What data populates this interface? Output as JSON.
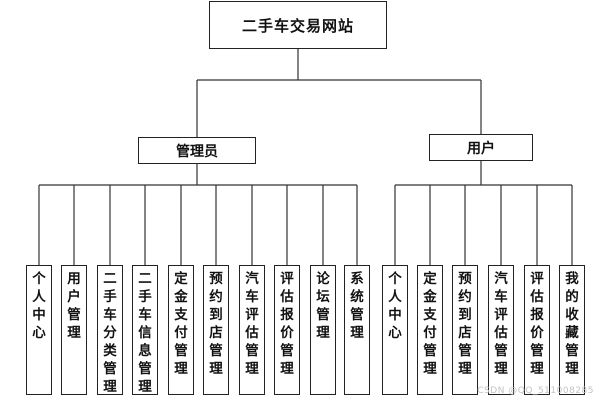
{
  "root": {
    "label": "二手车交易网站"
  },
  "groups": [
    {
      "label": "管理员",
      "children": [
        "个人中心",
        "用户管理",
        "二手车分类管理",
        "二手车信息管理",
        "定金支付管理",
        "预约到店管理",
        "汽车评估管理",
        "评估报价管理",
        "论坛管理",
        "系统管理"
      ]
    },
    {
      "label": "用户",
      "children": [
        "个人中心",
        "定金支付管理",
        "预约到店管理",
        "汽车评估管理",
        "评估报价管理",
        "我的收藏管理"
      ]
    }
  ],
  "watermark": "CSDN @QQ_511008285"
}
